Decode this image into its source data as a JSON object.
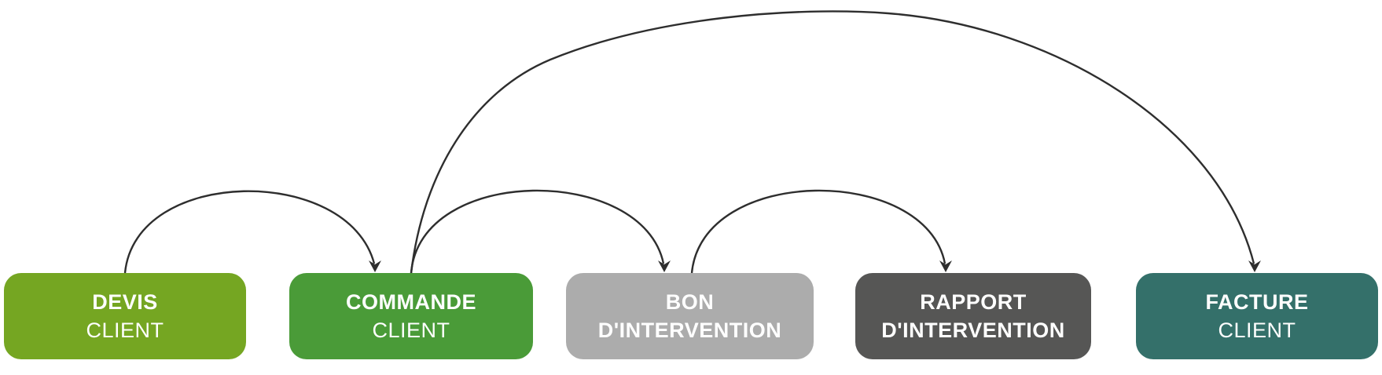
{
  "diagram": {
    "title": "document-workflow",
    "background_color": "#ffffff",
    "arrow_color": "#2e2e2e",
    "text_color": "#ffffff",
    "nodes": [
      {
        "id": "devis-client",
        "line1": "DEVIS",
        "line2": "CLIENT",
        "color": "#75a622"
      },
      {
        "id": "commande-client",
        "line1": "COMMANDE",
        "line2": "CLIENT",
        "color": "#4a9b38"
      },
      {
        "id": "bon-intervention",
        "line1": "BON",
        "line2": "D'INTERVENTION",
        "color": "#acacac"
      },
      {
        "id": "rapport-intervention",
        "line1": "RAPPORT",
        "line2": "D'INTERVENTION",
        "color": "#565655"
      },
      {
        "id": "facture-client",
        "line1": "FACTURE",
        "line2": "CLIENT",
        "color": "#34706a"
      }
    ],
    "edges": [
      {
        "from": "devis-client",
        "to": "commande-client"
      },
      {
        "from": "commande-client",
        "to": "bon-intervention"
      },
      {
        "from": "bon-intervention",
        "to": "rapport-intervention"
      },
      {
        "from": "commande-client",
        "to": "facture-client"
      }
    ]
  }
}
